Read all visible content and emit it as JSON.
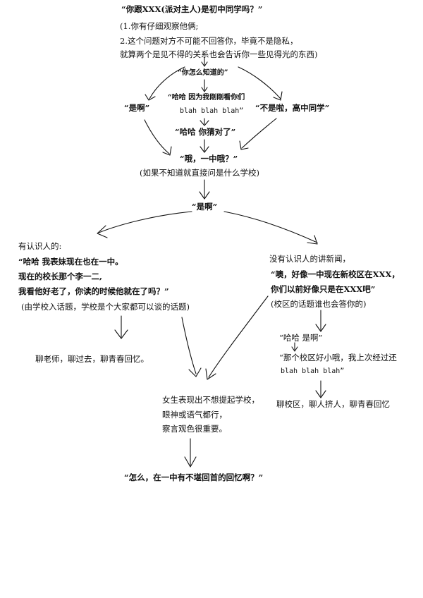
{
  "colors": {
    "ink": "#111111",
    "background": "#ffffff"
  },
  "top": {
    "question": "“你跟XXX(派对主人)是初中同学吗？”",
    "note1": "(1.你有仔细观察他俩;",
    "note2": "2.这个问题对方不可能不回答你，毕竟不是隐私，",
    "note3": "就算两个是见不得的关系也会告诉你一些见得光的东西)"
  },
  "branch_top": {
    "how_know": "“你怎么知道的”",
    "saw_you_l1": "“哈哈 因为我刚刚看你们",
    "saw_you_l2": "blah blah blah”",
    "guessed": "“哈哈  你猜对了”",
    "yes": "“是啊”",
    "no": "“不是啦，高中同学”"
  },
  "middle": {
    "oh_yizhong": "“哦，一中哦？”",
    "ask_school": "(如果不知道就直接问是什么学校)",
    "yes2": "“是啊”"
  },
  "left_branch": {
    "heading": "有认识人的:",
    "l1": "“哈哈  我表妹现在也在一中。",
    "l2": "现在的校长那个李一二,",
    "l3": "我看他好老了，你读的时候他就在了吗？”",
    "note": "(由学校入话题，学校是个大家都可以谈的话题)",
    "chat": "聊老师，聊过去，聊青春回忆。"
  },
  "right_branch": {
    "heading": "没有认识人的讲新闻，",
    "l1": "“噢，好像一中现在新校区在XXX，",
    "l2": "你们以前好像只是在XXX吧”",
    "note": "(校区的话题谁也会答你的)",
    "reply1": "“哈哈  是啊”",
    "reply2_l1": "“那个校区好小哦，我上次经过还",
    "reply2_l2": "blah blah blah”",
    "chat": "聊校区，聊人挤人，聊青春回忆"
  },
  "bottom": {
    "l1": "女生表现出不想提起学校，",
    "l2": "眼神或语气都行，",
    "l3": "察言观色很重要。",
    "final": "“怎么，在一中有不堪回首的回忆啊？”"
  }
}
